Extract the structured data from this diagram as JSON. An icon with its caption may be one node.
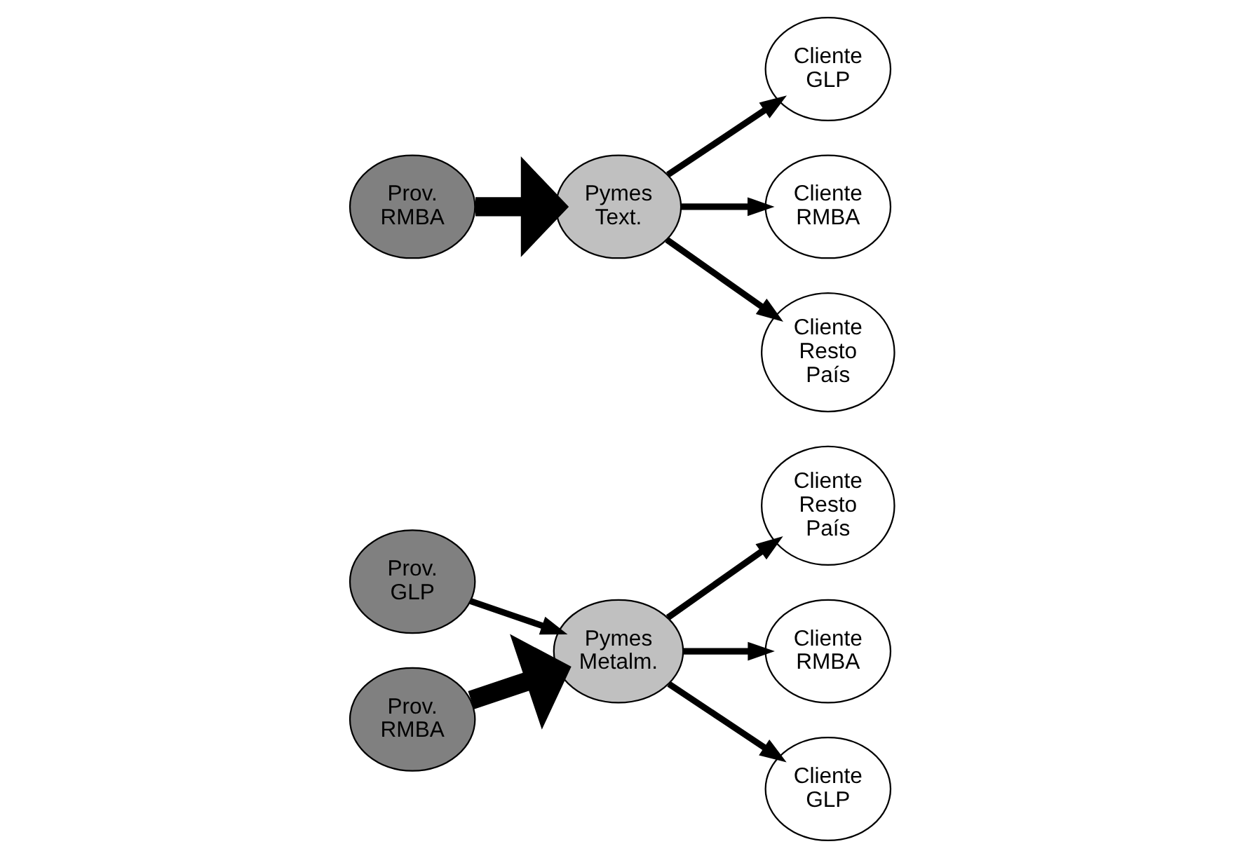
{
  "diagram": {
    "nodes": [
      {
        "text": [
          "Prov. GLP"
        ]
      },
      {
        "text": [
          "Prov. RMBA"
        ]
      },
      {
        "text": [
          "Pymes Metalm."
        ]
      },
      {
        "text": [
          "Cliente Resto País"
        ]
      },
      {
        "text": [
          "Cliente RMBA"
        ]
      },
      {
        "text": [
          "Cliente GLP"
        ]
      },
      {
        "text": [
          "Prov. RMBA"
        ]
      },
      {
        "text": [
          "Pymes Text."
        ]
      },
      {
        "text": [
          "Cliente GLP"
        ]
      },
      {
        "text": [
          "Cliente RMBA"
        ]
      },
      {
        "text": [
          "Cliente Resto País"
        ]
      }
    ],
    "edges": [
      {
        "from": 0,
        "to": 2,
        "arrow": "to"
      },
      {
        "from": 1,
        "to": 2,
        "arrow": "to",
        "style": "thick"
      },
      {
        "from": 2,
        "to": 3,
        "arrow": "to"
      },
      {
        "from": 2,
        "to": 4,
        "arrow": "to"
      },
      {
        "from": 2,
        "to": 5,
        "arrow": "to"
      },
      {
        "from": 6,
        "to": 7,
        "arrow": "to",
        "style": "thick"
      },
      {
        "from": 7,
        "to": 8,
        "arrow": "to"
      },
      {
        "from": 7,
        "to": 9,
        "arrow": "to"
      },
      {
        "from": 7,
        "to": 10,
        "arrow": "to"
      }
    ]
  }
}
